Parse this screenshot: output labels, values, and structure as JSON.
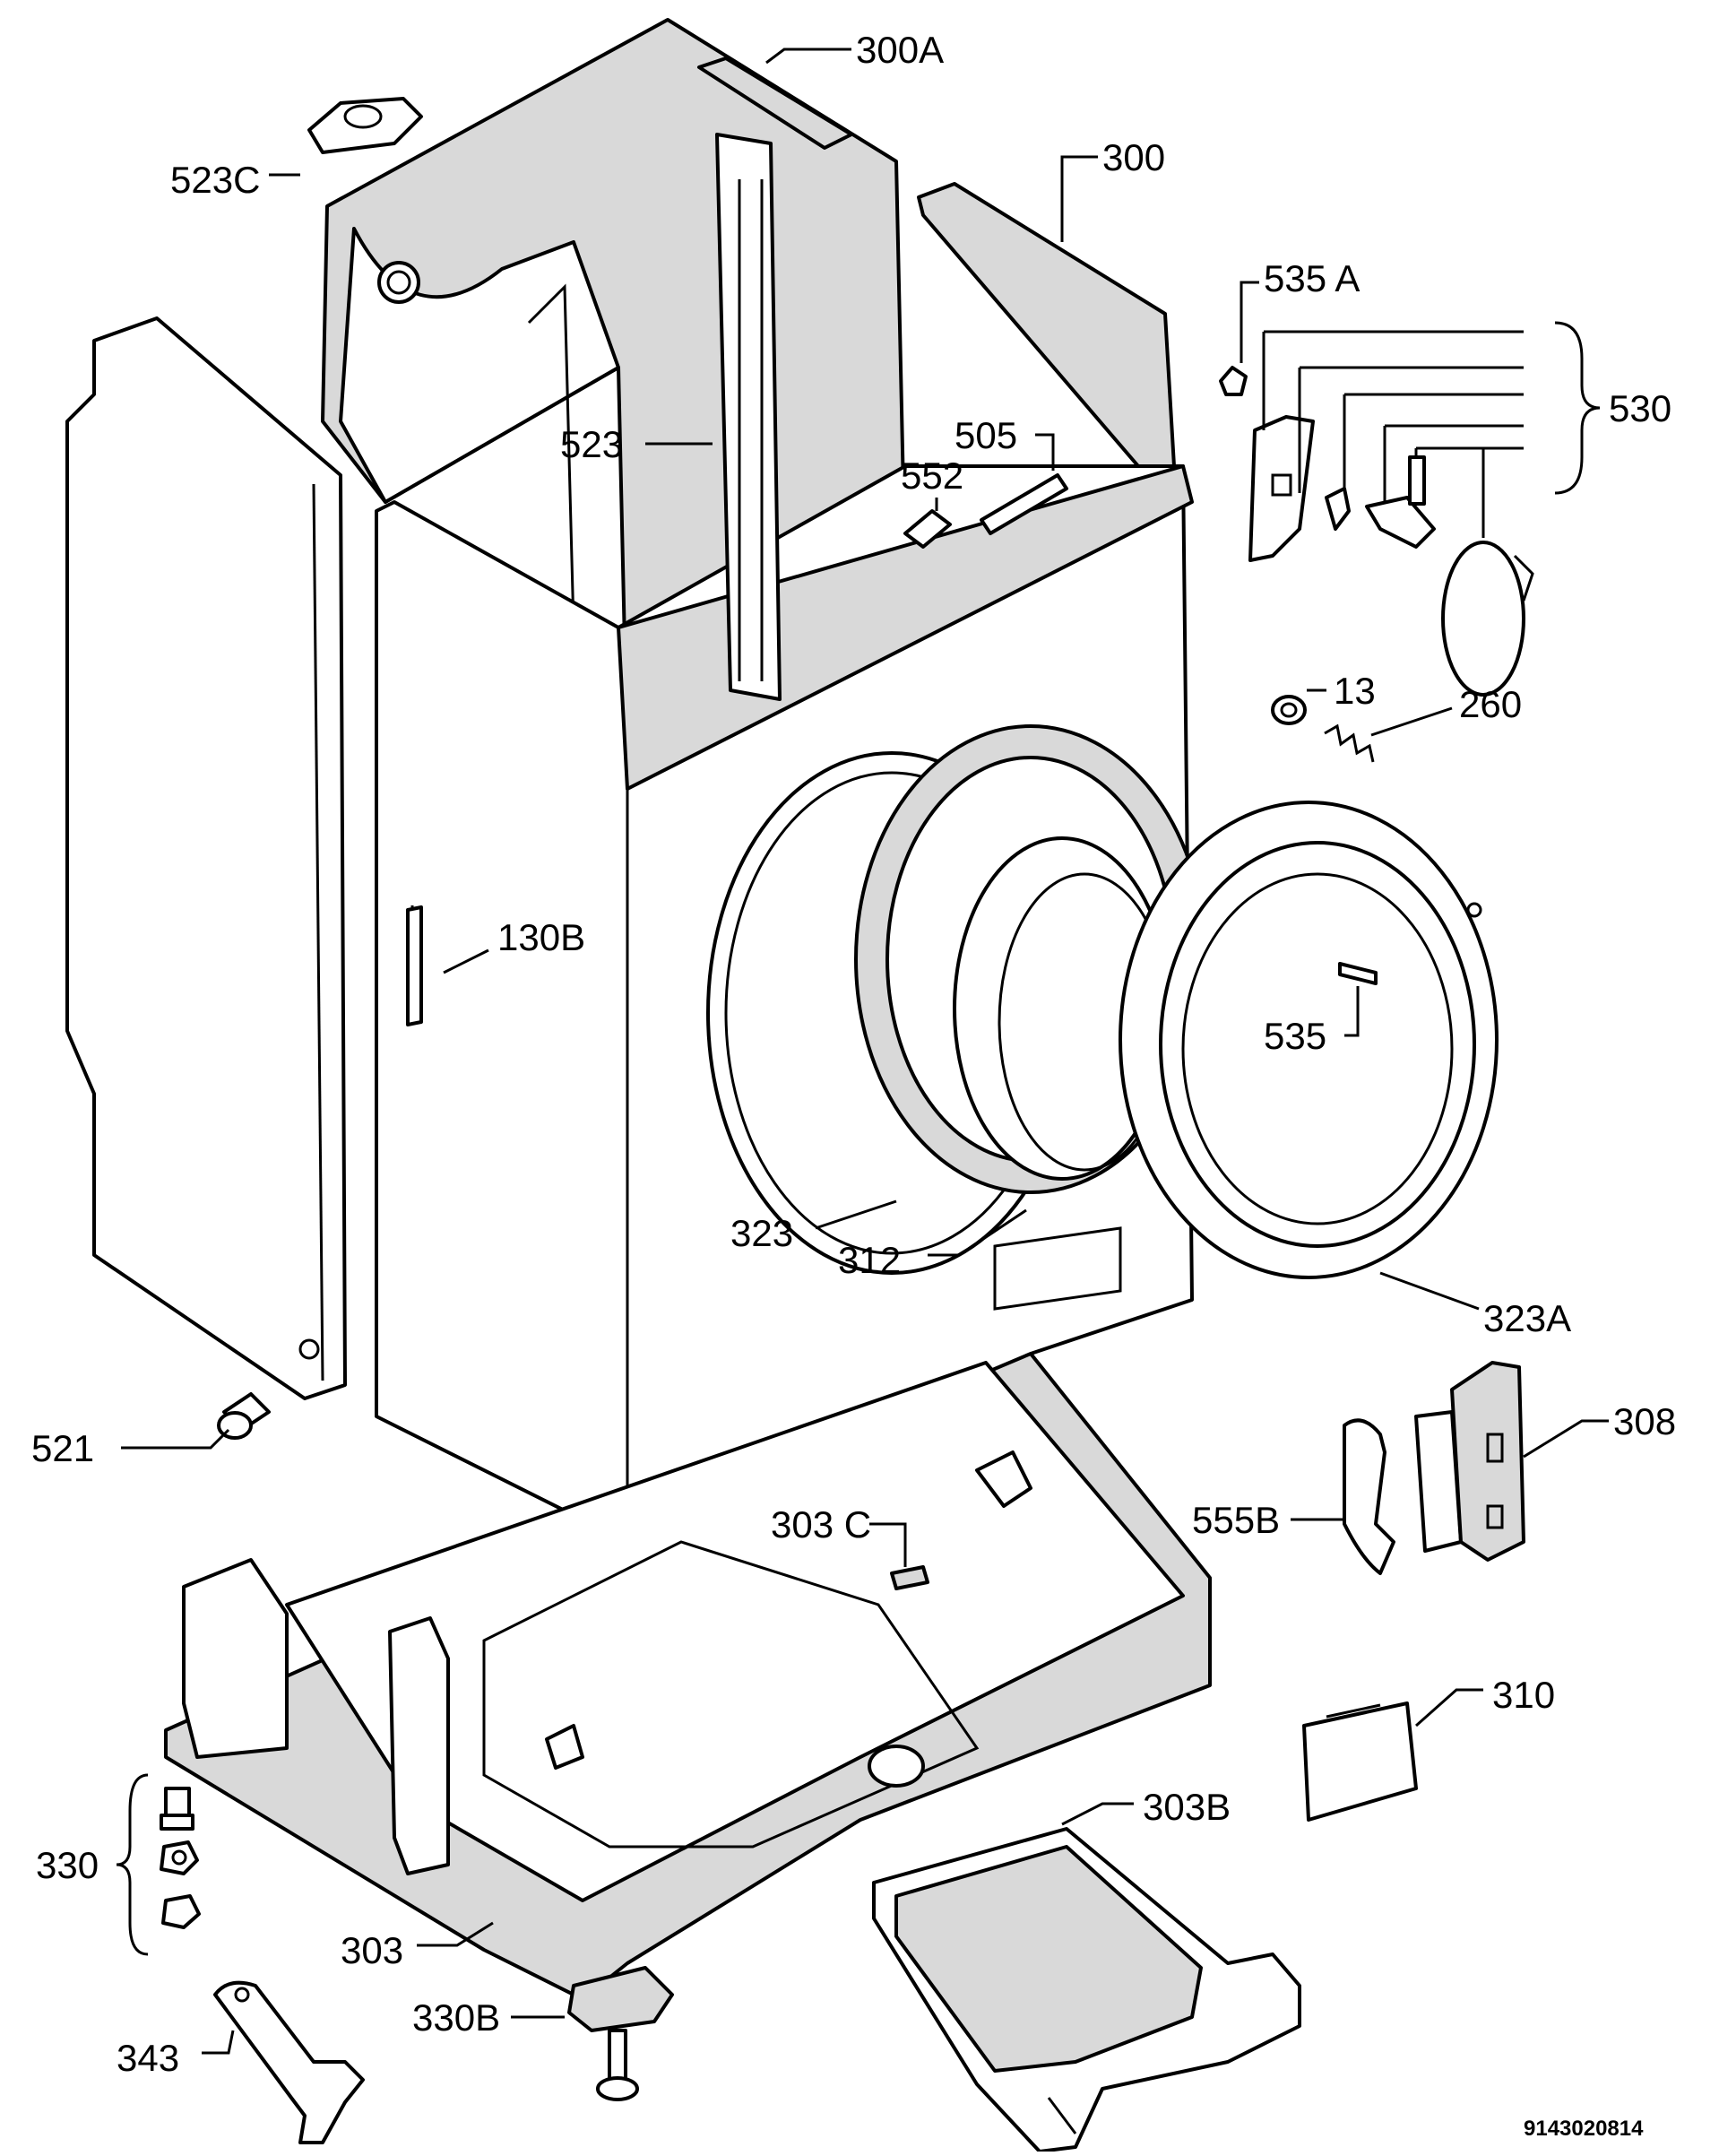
{
  "labels": {
    "l300A": "300A",
    "l300": "300",
    "l523C": "523C",
    "l535A": "535 A",
    "l530": "530",
    "l523": "523",
    "l505": "505",
    "l552": "552",
    "l13": "13",
    "l260": "260",
    "l130B": "130B",
    "l535": "535",
    "l323": "323",
    "l312": "312",
    "l323A": "323A",
    "l521": "521",
    "l308": "308",
    "l555B": "555B",
    "l303C": "303 C",
    "l310": "310",
    "l303B": "303B",
    "l330": "330",
    "l303": "303",
    "l330B": "330B",
    "l343": "343"
  },
  "drawing_code": "9143020814"
}
